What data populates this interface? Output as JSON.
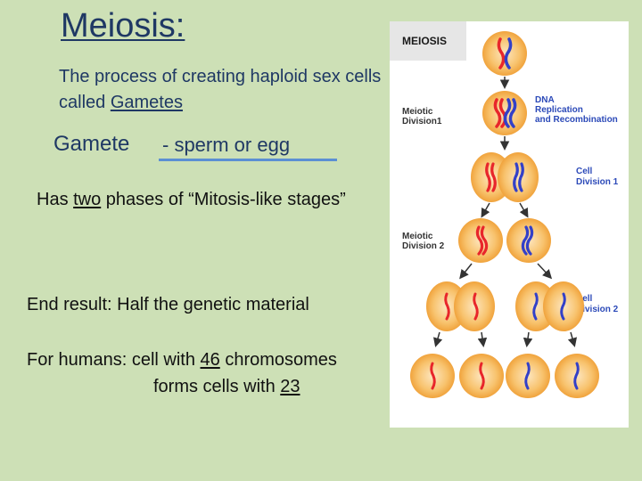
{
  "slide": {
    "title": "Meiosis:",
    "definition_prefix": "The process of creating haploid sex cells called ",
    "definition_term": "Gametes",
    "gamete_label": "Gamete",
    "gamete_answer": "- sperm or egg",
    "phases_pre": "Has ",
    "phases_emph": "two",
    "phases_post": " phases of “Mitosis-like stages”",
    "end_result": "End result:  Half the genetic material",
    "humans_line1_pre": "For humans:  cell with ",
    "humans_number": "46",
    "humans_line1_post": " chromosomes",
    "humans_line2_pre": "forms cells with ",
    "humans_answer": "23"
  },
  "figure": {
    "title": "MEIOSIS",
    "label_div1_line1": "Meiotic",
    "label_div1_line2": "Division1",
    "label_dna_line1": "DNA",
    "label_dna_line2": "Replication",
    "label_dna_line3": "and Recombination",
    "label_cell1_line1": "Cell",
    "label_cell1_line2": "Division 1",
    "label_div2_line1": "Meiotic",
    "label_div2_line2": "Division 2",
    "label_cell2_line1": "Cell",
    "label_cell2_line2": "Division 2",
    "colors": {
      "cell_fill": "#f6b04a",
      "cell_core": "#fde3b8",
      "maternal": "#e8262b",
      "paternal": "#3340c8",
      "label": "#2b49b8",
      "arrow": "#333333"
    }
  }
}
